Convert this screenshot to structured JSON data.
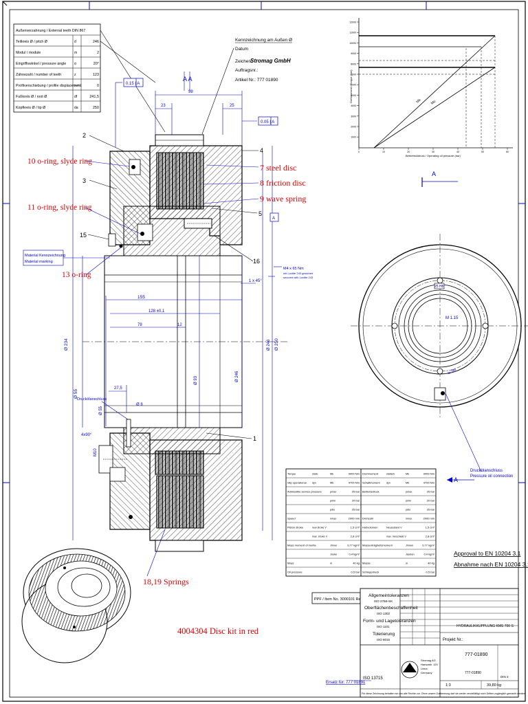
{
  "gear_table": {
    "rows": [
      {
        "label": "Außenverzahnung / External teeth DIN 867",
        "sym": "",
        "val": ""
      },
      {
        "label": "Teilkreis Ø / pitch Ø",
        "sym": "d",
        "val": "246"
      },
      {
        "label": "Modul / module",
        "sym": "m",
        "val": "2"
      },
      {
        "label": "Eingriffswinkel / pressure angle",
        "sym": "α",
        "val": "20°"
      },
      {
        "label": "Zähnezahl / number of teeth",
        "sym": "z",
        "val": "123"
      },
      {
        "label": "Profilverschiebung / profile displacement",
        "sym": "x·m",
        "val": "0"
      },
      {
        "label": "Fußkreis Ø / root Ø",
        "sym": "df",
        "val": "241,5"
      },
      {
        "label": "Kopfkreis Ø / tip Ø",
        "sym": "da",
        "val": "250"
      }
    ]
  },
  "info_block": {
    "line1": "Kennzeichnung am Außen Ø",
    "line2": "Datum",
    "line3_prefix": "Zeichen:",
    "brand": "Stromag GmbH",
    "line4": "Auftragsnr.:",
    "line5": "Artikel Nr.: 777 01890"
  },
  "section_labels": {
    "aa": "A A",
    "view_a_top": "A",
    "view_a_side": "A",
    "tol1": "0.15 | A",
    "tol2": "0.05 | A"
  },
  "dimensions": {
    "d98": "98",
    "d23": "23",
    "d25": "25",
    "d155": "155",
    "d128": "128 ±0,1",
    "d78": "78",
    "d12": "12",
    "d27": "27,5",
    "d8": "Ø 8",
    "chamfer": "1 x 45°",
    "d4x90": "4x90°",
    "m10": "M10",
    "dia234": "Ø 234",
    "dia250": "Ø 250",
    "dia246": "Ø 246",
    "dia246b": "Ø 246",
    "dia93": "Ø 93",
    "dia55": "Ø 55",
    "dia55b": "Ø 55",
    "thread": "M4 x 65 Nm",
    "thread_note1": "mit Loctite 243 gesichert",
    "thread_note2": "secured with Loctite 243",
    "fv25": "25 H8",
    "m1_15": "M 1.15",
    "m4x": "4x M6"
  },
  "part_numbers": {
    "p1": "1",
    "p2": "2",
    "p3": "3",
    "p4": "4",
    "p5": "5",
    "p15": "15",
    "p16": "16"
  },
  "material_tag": {
    "line1": "Material Kennzeichnung",
    "line2": "Material marking"
  },
  "red_annotations": {
    "oring10": "10 o-ring, slyde ring",
    "oring11": "11 o-ring, slyde ring",
    "oring13": "13 o-ring",
    "steel": "7 steel disc",
    "friction": "8 friction disc",
    "wave": "9 wave spring",
    "springs": "18,19 Springs",
    "disckit": "4004304 Disc kit in red"
  },
  "blue_labels": {
    "oil_conn1": "Druckölanschluss",
    "oil_conn2": "Pressure oil connection",
    "oil_left": "Druckölanschluss",
    "approval1": "Approval to EN 10204 3.1",
    "approval2": "Abnahme nach EN 10204 3.1",
    "ersatz": "Ersatz für: 777 01891"
  },
  "graph": {
    "y_ticks": [
      "12000",
      "11000",
      "10000",
      "9000",
      "8000",
      "7000",
      "6000",
      "5000",
      "4000",
      "3000",
      "2000",
      "1000"
    ],
    "x_ticks": [
      "0",
      "10",
      "20",
      "30",
      "40",
      "50",
      "60"
    ],
    "xlabel": "Betriebsöldruck / Operating oil pressure (bar)",
    "ylabel": "Drehmoment / Torque (Nm)",
    "lines": [
      "Mk",
      "Mü"
    ]
  },
  "tech_table": {
    "left": [
      {
        "label": "Torque",
        "unit": "static",
        "sym": "Mk",
        "val": "9400 Nm"
      },
      {
        "label": "Slip operational",
        "unit": "dyn",
        "sym": "Mü",
        "val": "4700 Nm"
      },
      {
        "label": "Admissible service pressure",
        "unit": "",
        "sym": "pmax",
        "val": "25 bar"
      },
      {
        "label": "",
        "unit": "",
        "sym": "pmin",
        "val": "20 bar"
      },
      {
        "label": "",
        "unit": "",
        "sym": "pdis",
        "val": "25 bar"
      },
      {
        "label": "Speed",
        "unit": "",
        "sym": "nmax",
        "val": "2000 min"
      },
      {
        "label": "Piston stroke",
        "unit": "new stroke V",
        "sym": "",
        "val": "1,5 cm³"
      },
      {
        "label": "",
        "unit": "max. stroke V",
        "sym": "",
        "val": "2,8 cm³"
      },
      {
        "label": "Mass moment of inertia",
        "unit": "",
        "sym": "Jinner",
        "val": "0,77 kgm²"
      },
      {
        "label": "",
        "unit": "",
        "sym": "Jouter",
        "val": "0,4 kgm²"
      },
      {
        "label": "Mass",
        "unit": "",
        "sym": "m",
        "val": "40 kg"
      },
      {
        "label": "Oil pressure",
        "unit": "",
        "sym": "",
        "val": "0,5 bar"
      }
    ],
    "right": [
      {
        "label": "Drehmoment",
        "unit": "statisch",
        "sym": "Mk",
        "val": "9400 Nm"
      },
      {
        "label": "Schaltmoment",
        "unit": "dyn",
        "sym": "Mü",
        "val": "4700 Nm"
      },
      {
        "label": "Betriebsdruck",
        "unit": "",
        "sym": "pmax",
        "val": "25 bar"
      },
      {
        "label": "",
        "unit": "",
        "sym": "pmin",
        "val": "20 bar"
      },
      {
        "label": "",
        "unit": "",
        "sym": "pdis",
        "val": "25 bar"
      },
      {
        "label": "Drehzahl",
        "unit": "",
        "sym": "nmax",
        "val": "2000 min"
      },
      {
        "label": "Hubvolumen",
        "unit": "Neuzustand V",
        "sym": "",
        "val": "1,5 cm³"
      },
      {
        "label": "",
        "unit": "max. Verschleiß V",
        "sym": "",
        "val": "2,8 cm³"
      },
      {
        "label": "Massenträgheitsmoment",
        "unit": "",
        "sym": "Jinnen",
        "val": "0,77 kgm²"
      },
      {
        "label": "",
        "unit": "",
        "sym": "Jaußen",
        "val": "0,4 kgm²"
      },
      {
        "label": "Masse",
        "unit": "",
        "sym": "m",
        "val": "40 kg"
      },
      {
        "label": "Schleppdruck",
        "unit": "",
        "sym": "",
        "val": "0,5 bar"
      }
    ]
  },
  "title_block": {
    "ppf": "PPF / Item No. 3000101 Rev.03",
    "tol_head": "Allgemeintoleranzen",
    "tol1": "ISO 2768-mK",
    "surf": "Oberflächenbeschaffenheit",
    "surf1": "ISO 1302",
    "form": "Form- und Lagetoleranzen",
    "form1": "ISO 1101",
    "toler": "Tolerierung",
    "toler1": "ISO 8015",
    "iso": "ISO 13715",
    "title1": "HYDRAULIKKUPPLUNG KMS 700 S",
    "projekt": "Projekt Nr.:",
    "drawing_no": "777-01890",
    "drawing_no2": "777-01890",
    "scale": "1:3",
    "mass": "39,80 kg",
    "format": "DIN 3",
    "company1": "Stromag AG",
    "company2": "Hansastr. 120",
    "company3": "Unna",
    "company4": "Germany",
    "footer": "Für diese Zeichnung behalten wir uns alle Rechte vor. Ohne unsere Zustimmung darf sie weder vervielfältigt noch Dritten zugänglich gemacht werden."
  }
}
